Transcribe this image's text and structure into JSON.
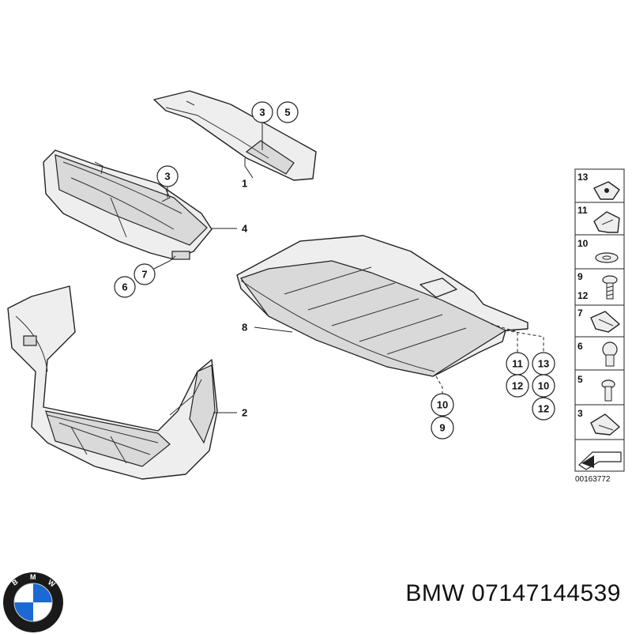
{
  "diagram": {
    "callouts": {
      "p1_a": "3",
      "p1_b": "5",
      "p4_a": "3",
      "p4_b": "6",
      "p4_c": "7",
      "p8_a": "11",
      "p8_b": "13",
      "p8_c": "12",
      "p8_d": "10",
      "p8_e": "12",
      "p8_f": "10",
      "p8_g": "9"
    },
    "part_labels": {
      "part1": "1",
      "part2": "2",
      "part4": "4",
      "part8": "8"
    },
    "legend": {
      "items": [
        "13",
        "11",
        "10",
        "9",
        "12",
        "7",
        "6",
        "5",
        "3"
      ],
      "icons": [
        "clip-nut-icon",
        "clip-icon",
        "washer-icon",
        "screw-icon",
        "spring-nut-icon",
        "rivet-icon",
        "screw-icon",
        "speed-nut-icon"
      ],
      "ref": "00163772"
    }
  },
  "footer": {
    "brand": "BMW",
    "title": "BMW 07147144539"
  },
  "colors": {
    "line": "#222222",
    "fill": "#eeeeee",
    "logo_blue": "#1c69d4",
    "logo_ring": "#1a1a1a"
  }
}
